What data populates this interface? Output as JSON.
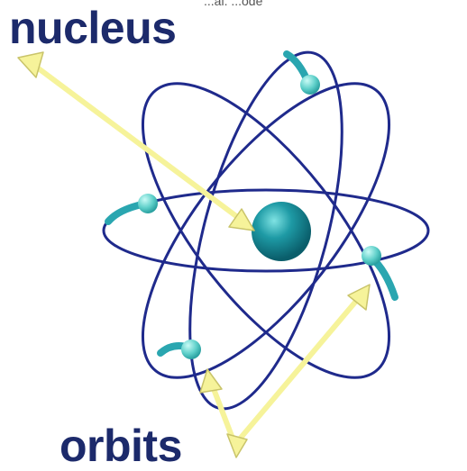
{
  "labels": {
    "nucleus": "nucleus",
    "orbits": "orbits",
    "top_fragment": "...ai. ...ode"
  },
  "colors": {
    "orbit": "#1f2a8c",
    "nucleus": "#1e9aa5",
    "electron": "#67d6cf",
    "trail": "#2aa6b0",
    "arrow_fill": "#f6f39a",
    "arrow_stroke": "#c9c46a",
    "label": "#1c2a6b"
  },
  "icons": {
    "nucleus": "nucleus-sphere",
    "electron": "electron-dot",
    "arrow": "pointer-arrow"
  }
}
